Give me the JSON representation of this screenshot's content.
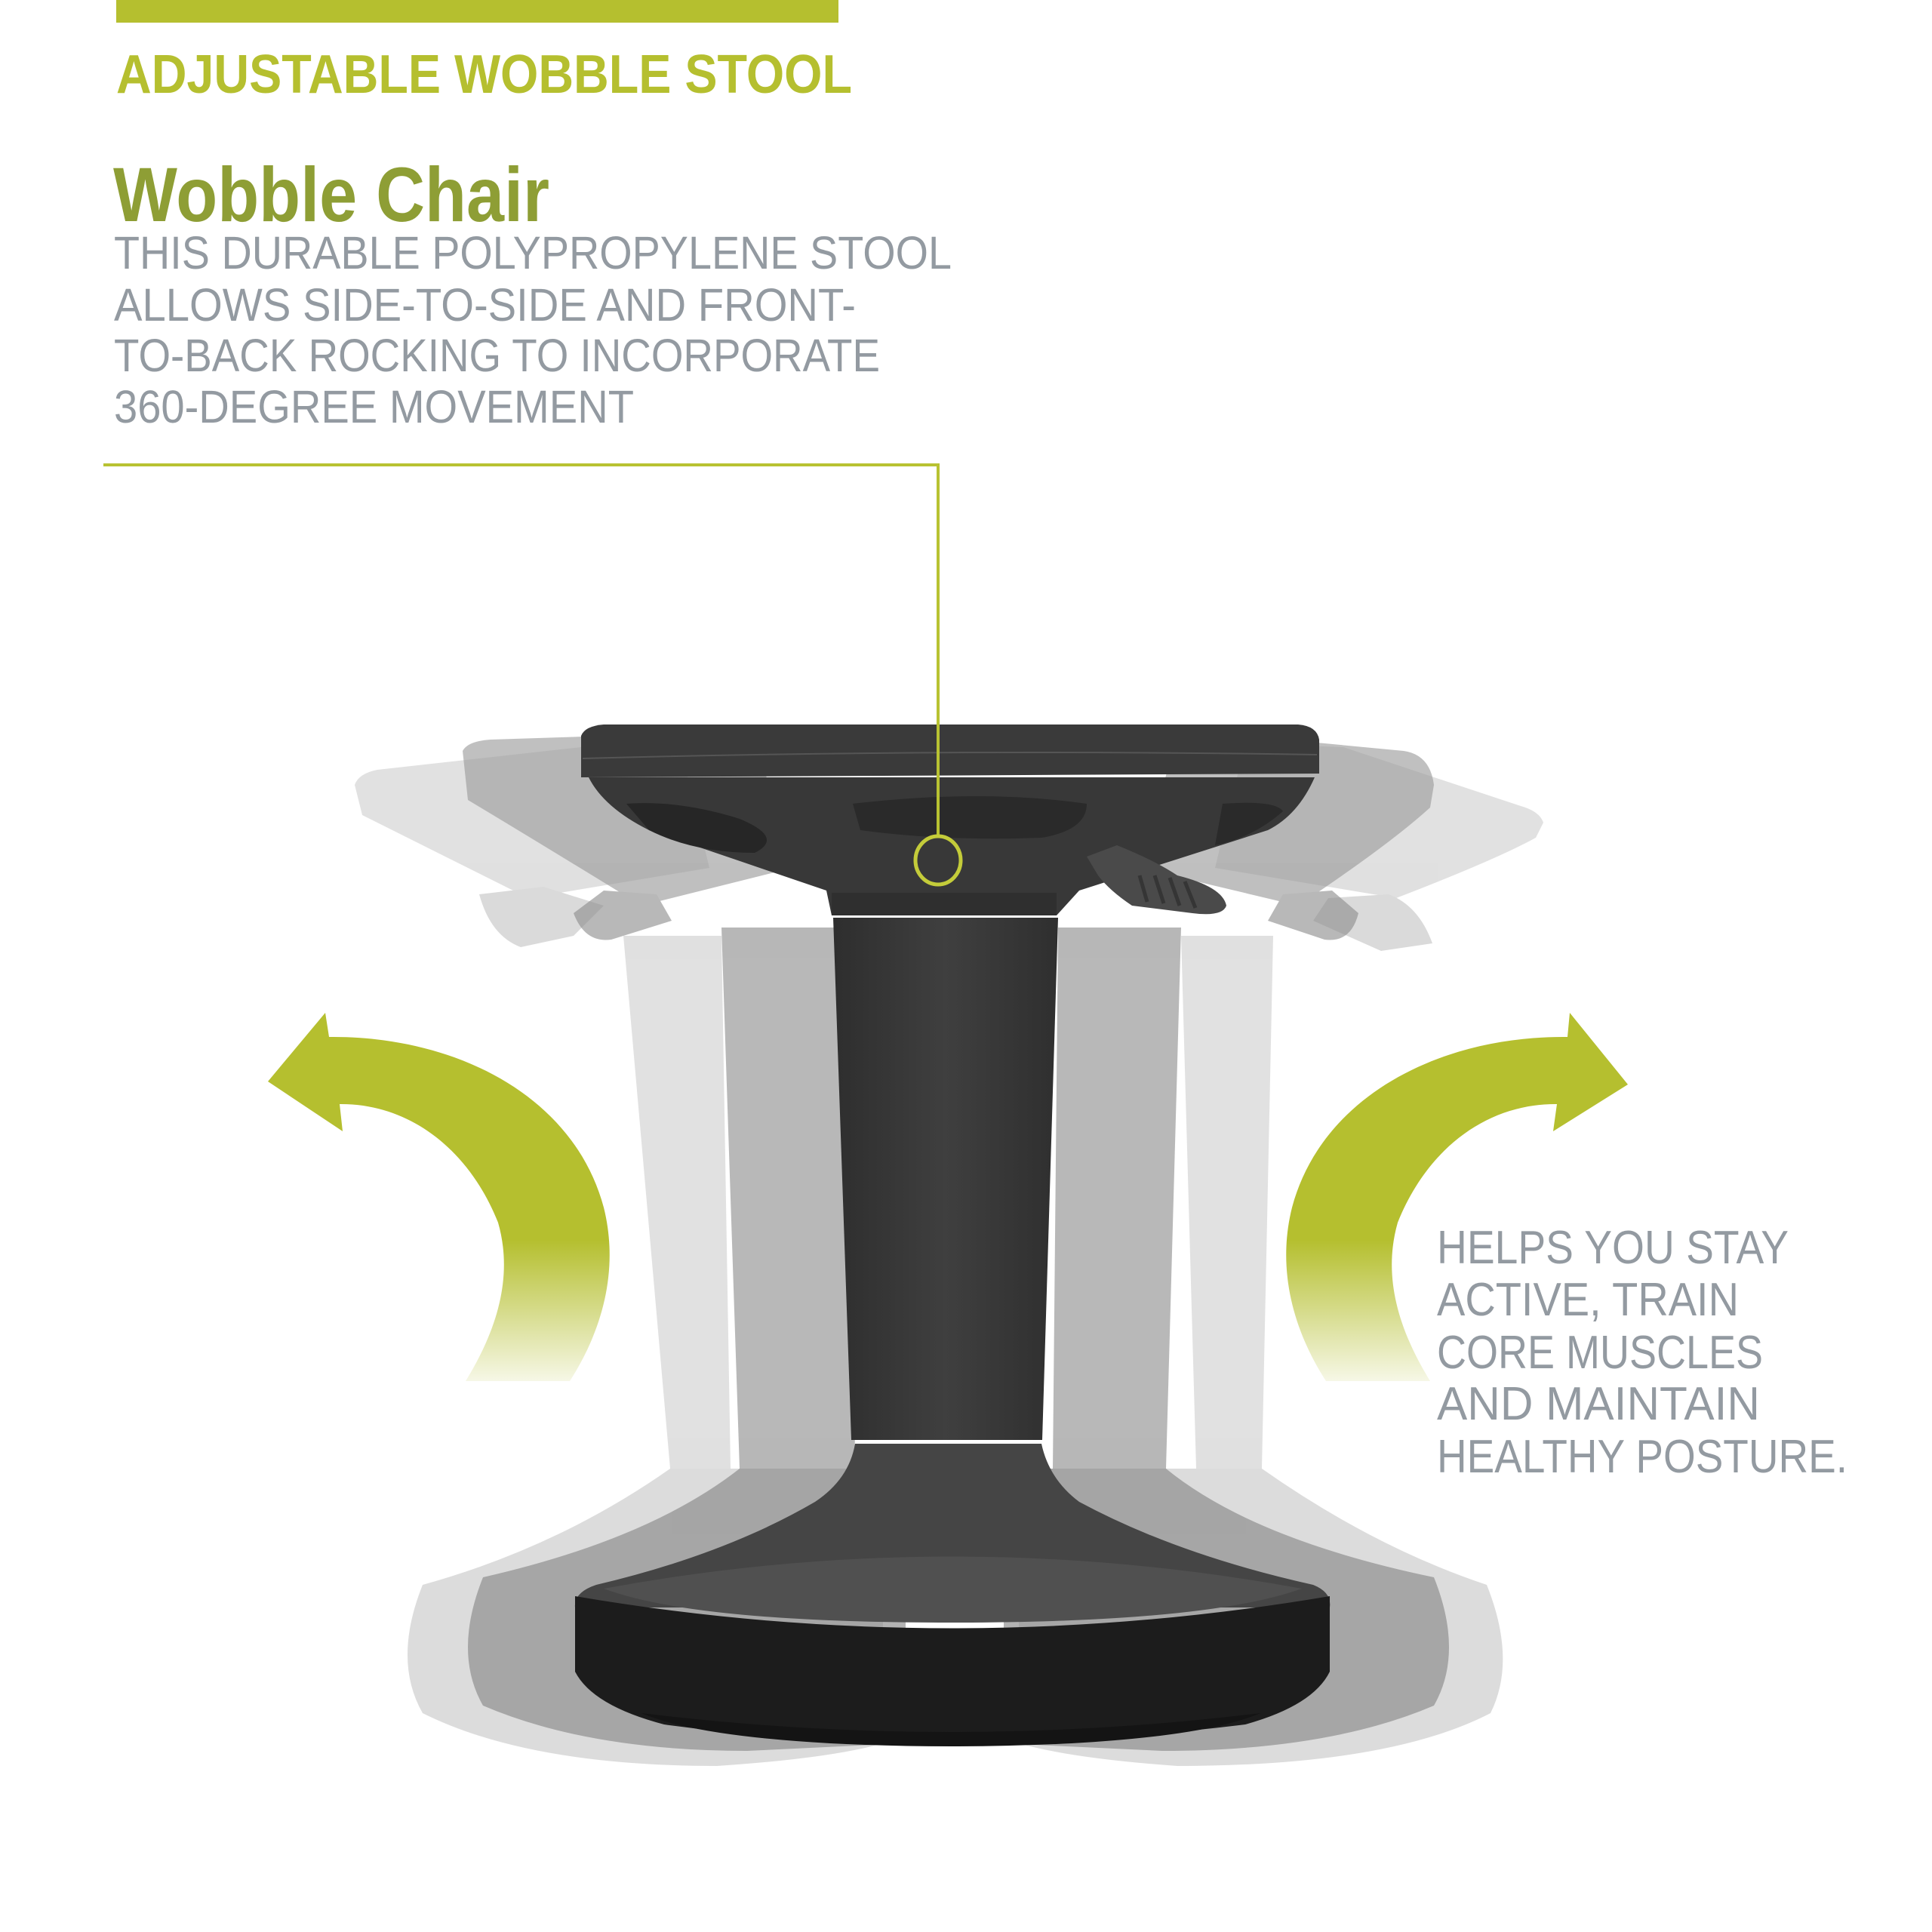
{
  "colors": {
    "accent": "#b5bf2f",
    "heading": "#8e9e35",
    "body_text": "#939aa1",
    "callout": "#b8c232",
    "stool_main": "#3a3a3a",
    "stool_base_ring": "#1c1c1c",
    "ghost_mid": "#8c8c8c",
    "ghost_light": "#c8c8c8"
  },
  "header": {
    "title": "ADJUSTABLE WOBBLE STOOL"
  },
  "feature": {
    "heading": "Wobble Chair",
    "lines": [
      "THIS DURABLE POLYPROPYLENE STOOL",
      "ALLOWS SIDE-TO-SIDE AND FRONT-",
      "TO-BACK ROCKING TO INCORPORATE",
      "360-DEGREE MOVEMENT"
    ]
  },
  "benefit": {
    "lines": [
      "HELPS YOU STAY",
      "ACTIVE, TRAIN",
      "CORE MUSCLES",
      "AND MAINTAIN",
      "HEALTHY POSTURE."
    ]
  },
  "icons": {
    "left_arrow": "curved-arrow-left",
    "right_arrow": "curved-arrow-right",
    "callout_marker": "ring-marker"
  }
}
